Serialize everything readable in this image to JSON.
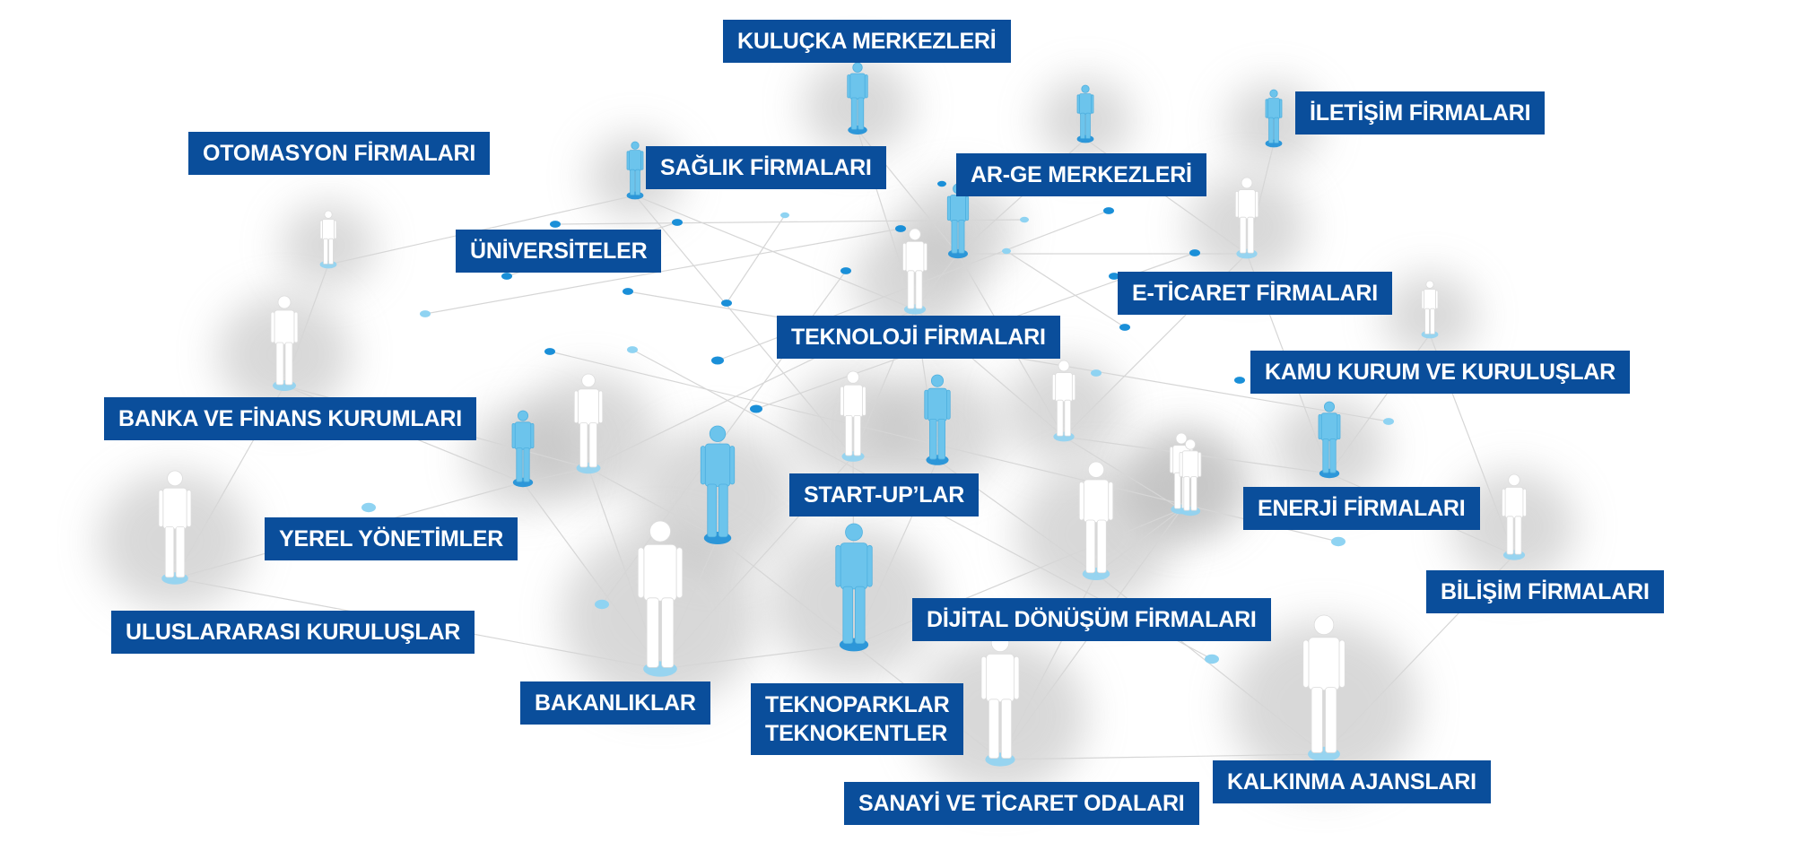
{
  "labels": {
    "kulucka": "KULUÇKA MERKEZLERİ",
    "iletisim": "İLETİŞİM FİRMALARI",
    "otomasyon": "OTOMASYON FİRMALARI",
    "saglik": "SAĞLIK FİRMALARI",
    "arge": "AR-GE MERKEZLERİ",
    "universiteler": "ÜNİVERSİTELER",
    "eticaret": "E-TİCARET FİRMALARI",
    "teknoloji": "TEKNOLOJİ FİRMALARI",
    "kamu": "KAMU KURUM VE KURULUŞLAR",
    "banka": "BANKA VE FİNANS KURUMLARI",
    "startup": "START-UP’LAR",
    "enerji": "ENERJİ FİRMALARI",
    "yerel": "YEREL YÖNETİMLER",
    "bilisim": "BİLİŞİM FİRMALARI",
    "dijital": "DİJİTAL DÖNÜŞÜM FİRMALARI",
    "uluslararasi": "ULUSLARARASI KURULUŞLAR",
    "bakanliklar": "BAKANLIKLAR",
    "teknoparklar_1": "TEKNOPARKLAR",
    "teknoparklar_2": "TEKNOKENTLER",
    "kalkinma": "KALKINMA AJANSLARI",
    "sanayi": "SANAYİ VE TİCARET ODALARI"
  },
  "colors": {
    "label_bg": "#0a4e9b",
    "label_text": "#ffffff",
    "person_blue": "#6cc4ec",
    "person_white": "#ffffff",
    "node_blue": "#1a8fd8",
    "node_light": "#8fd3f2",
    "line": "#d6d6d6"
  },
  "icons": [
    "person-icon"
  ]
}
